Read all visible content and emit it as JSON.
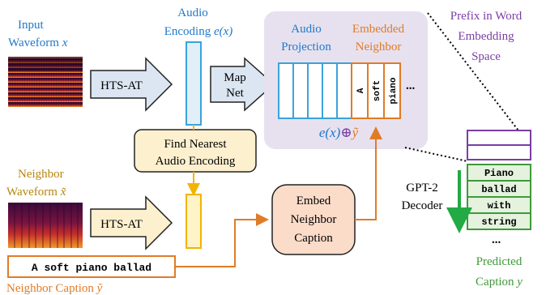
{
  "colors": {
    "input_blue": "#1f78c8",
    "neighbor_gold": "#b8860b",
    "orange": "#e07b27",
    "purple": "#7a3ea3",
    "green": "#3f9a3a",
    "box_fill_blue": "#dbe6f2",
    "audio_box_blue": "#3aa3dc",
    "panel_purple": "#e7e1ef",
    "neighbor_box_fill": "#fde7c9",
    "find_box_fill": "#fdf0cf",
    "find_box_border": "#222222",
    "neighbor_enc_fill": "#fff3c8",
    "neighbor_enc_border": "#f2b400",
    "embed_box_fill": "#fbdcc9",
    "caption_green_fill": "#e4f2de",
    "arrow_green": "#22aa44"
  },
  "labels": {
    "input_waveform_line1": "Input",
    "input_waveform_line2": "Waveform ",
    "input_waveform_var": "x",
    "audio_encoding_line1": "Audio",
    "audio_encoding_line2": "Encoding ",
    "audio_encoding_var": "e(x)",
    "neighbor_waveform_line1": "Neighbor",
    "neighbor_waveform_line2": "Waveform ",
    "neighbor_waveform_var": "x̃",
    "neighbor_caption_label": "Neighbor Caption ",
    "neighbor_caption_var": "ỹ",
    "htsat_top": "HTS-AT",
    "htsat_bottom": "HTS-AT",
    "mapnet_line1": "Map",
    "mapnet_line2": "Net",
    "find_nearest_line1": "Find Nearest",
    "find_nearest_line2": "Audio Encoding",
    "audio_projection_line1": "Audio",
    "audio_projection_line2": "Projection",
    "embedded_neighbor_line1": "Embedded",
    "embedded_neighbor_line2": "Neighbor",
    "concat_formula_e": "e(x)",
    "concat_formula_op": "⊕",
    "concat_formula_y": "ỹ",
    "embed_caption_line1": "Embed",
    "embed_caption_line2": "Neighbor",
    "embed_caption_line3": "Caption",
    "prefix_line1": "Prefix in Word",
    "prefix_line2": "Embedding",
    "prefix_line3": "Space",
    "gpt2_line1": "GPT-2",
    "gpt2_line2": "Decoder",
    "predicted_line1": "Predicted",
    "predicted_line2": "Caption ",
    "predicted_var": "y",
    "ellipsis_tokens": "...",
    "ellipsis_decoder": "..."
  },
  "neighbor_caption_text": "A soft piano ballad",
  "embedded_tokens": [
    "A",
    "soft",
    "piano"
  ],
  "predicted_tokens": [
    "Piano",
    "ballad",
    "with",
    "string"
  ]
}
